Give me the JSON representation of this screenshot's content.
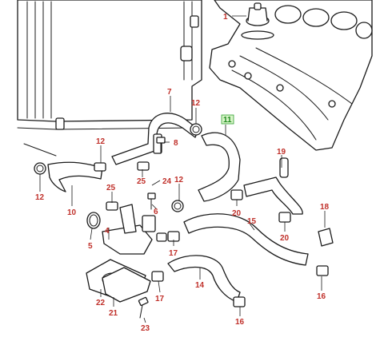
{
  "callouts": {
    "c1": "1",
    "c4": "4",
    "c5": "5",
    "c6": "6",
    "c7": "7",
    "c8": "8",
    "c10": "10",
    "c11": "11",
    "c12a": "12",
    "c12b": "12",
    "c12c": "12",
    "c12d": "12",
    "c14": "14",
    "c15": "15",
    "c16a": "16",
    "c16b": "16",
    "c17a": "17",
    "c17b": "17",
    "c18": "18",
    "c19": "19",
    "c20a": "20",
    "c20b": "20",
    "c21": "21",
    "c22": "22",
    "c23": "23",
    "c24": "24",
    "c25a": "25",
    "c25b": "25"
  },
  "highlighted_part": "11",
  "colors": {
    "callout": "#c0302a",
    "highlight_text": "#1f8a1f",
    "highlight_bg": "#d8f5c8",
    "line": "#1a1a1a"
  }
}
